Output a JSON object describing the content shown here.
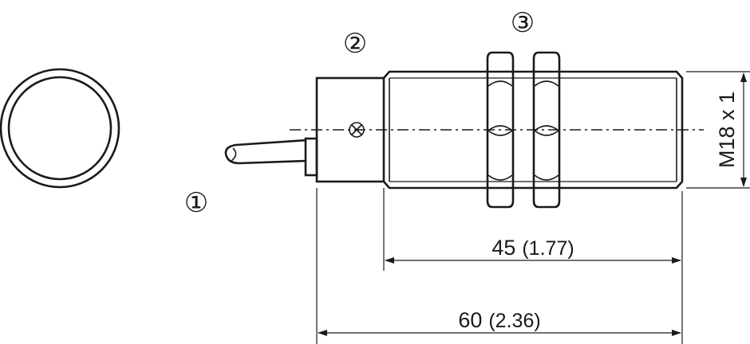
{
  "callouts": {
    "cable": "①",
    "housing": "②",
    "nuts": "③"
  },
  "dimensions": {
    "thread_length": {
      "value": "45",
      "inch": "(1.77)"
    },
    "total_length": {
      "value": "60",
      "inch": "(2.36)"
    },
    "thread_spec": "M18 x 1"
  },
  "colors": {
    "line": "#1a1a1a",
    "background": "#ffffff"
  }
}
